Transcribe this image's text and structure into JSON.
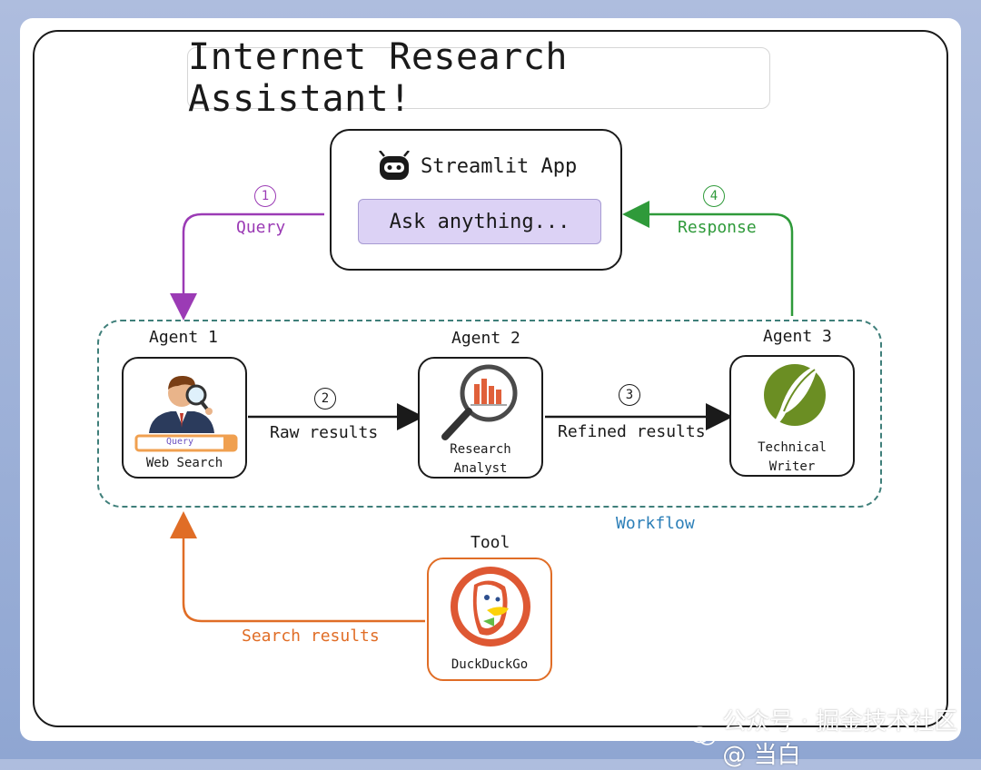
{
  "title": "Internet Research Assistant!",
  "app": {
    "title": "Streamlit App",
    "input_text": "Ask anything...",
    "icon": "streamlit-robot-icon"
  },
  "flow": {
    "step1": {
      "number": "1",
      "label": "Query"
    },
    "step2": {
      "number": "2",
      "label": "Raw results"
    },
    "step3": {
      "number": "3",
      "label": "Refined results"
    },
    "step4": {
      "number": "4",
      "label": "Response"
    },
    "search": {
      "label": "Search results"
    }
  },
  "workflow_label": "Workflow",
  "agents": [
    {
      "heading": "Agent 1",
      "caption": [
        "Web Search"
      ],
      "search_bar_text": "Query",
      "icon": "detective-magnifier-icon"
    },
    {
      "heading": "Agent 2",
      "caption": [
        "Research",
        "Analyst"
      ],
      "icon": "magnifier-chart-icon"
    },
    {
      "heading": "Agent 3",
      "caption": [
        "Technical",
        "Writer"
      ],
      "icon": "feather-quill-icon"
    }
  ],
  "tool": {
    "heading": "Tool",
    "caption": "DuckDuckGo",
    "icon": "duckduckgo-logo-icon"
  },
  "watermark": "公众号 · 掘金技术社区 @ 当白",
  "colors": {
    "query": "#9b3bb5",
    "response": "#2f9a3a",
    "search": "#e06d26",
    "workflow_border": "#3f7f7a",
    "workflow_label": "#2c7fb8",
    "input_fill": "#dcd2f5"
  }
}
